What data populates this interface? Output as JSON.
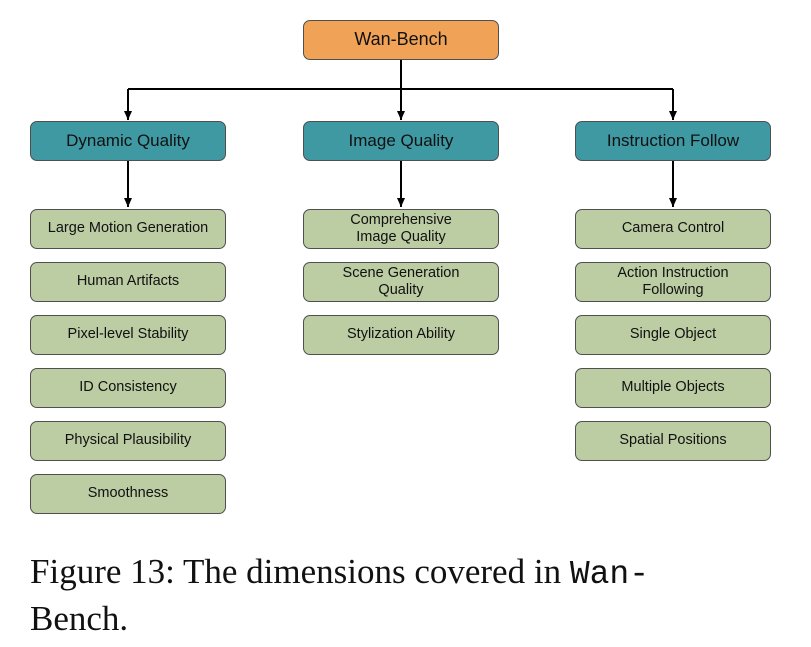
{
  "diagram": {
    "root": "Wan-Bench",
    "categories": [
      {
        "label": "Dynamic Quality",
        "items": [
          "Large Motion Generation",
          "Human Artifacts",
          "Pixel-level Stability",
          "ID Consistency",
          "Physical Plausibility",
          "Smoothness"
        ]
      },
      {
        "label": "Image Quality",
        "items": [
          "Comprehensive\nImage Quality",
          "Scene Generation\nQuality",
          "Stylization Ability"
        ]
      },
      {
        "label": "Instruction Follow",
        "items": [
          "Camera Control",
          "Action Instruction\nFollowing",
          "Single Object",
          "Multiple Objects",
          "Spatial Positions"
        ]
      }
    ],
    "colors": {
      "root": "#f0a257",
      "category": "#3e99a3",
      "leaf": "#bccca3",
      "border": "#4f4f4f"
    }
  },
  "caption": {
    "prefix": "Figure 13: The dimensions covered in ",
    "code": "Wan-",
    "suffix": "Bench."
  }
}
